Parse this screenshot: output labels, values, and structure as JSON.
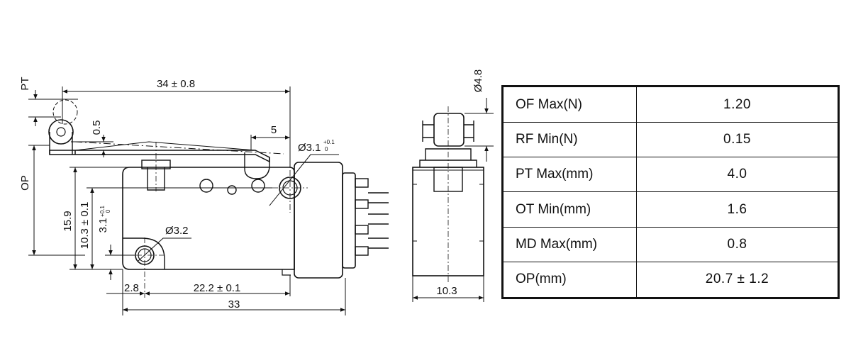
{
  "drawing": {
    "front_view": {
      "overall_length": "34 ± 0.8",
      "actuator_offset": "5",
      "lever_thickness": "0.5",
      "mounting_hole": "Ø3.1",
      "mounting_hole_tol_upper": "+0.1",
      "mounting_hole_tol_lower": "0",
      "small_hole": "Ø3.2",
      "pretravel": "PT",
      "operating_position": "OP",
      "height_total": "15.9",
      "height_hole": "10.3 ± 0.1",
      "height_small": "3.1",
      "height_small_tol_upper": "+0.1",
      "height_small_tol_lower": "0",
      "hole_offset_x": "2.8",
      "hole_pitch": "22.2 ± 0.1",
      "body_length": "33"
    },
    "side_view": {
      "roller_diameter": "Ø4.8",
      "body_width": "10.3"
    }
  },
  "spec_table": [
    {
      "label": "OF Max(N)",
      "value": "1.20"
    },
    {
      "label": "RF Min(N)",
      "value": "0.15"
    },
    {
      "label": "PT Max(mm)",
      "value": "4.0"
    },
    {
      "label": "OT Min(mm)",
      "value": "1.6"
    },
    {
      "label": "MD Max(mm)",
      "value": "0.8"
    },
    {
      "label": "OP(mm)",
      "value": "20.7 ± 1.2"
    }
  ]
}
